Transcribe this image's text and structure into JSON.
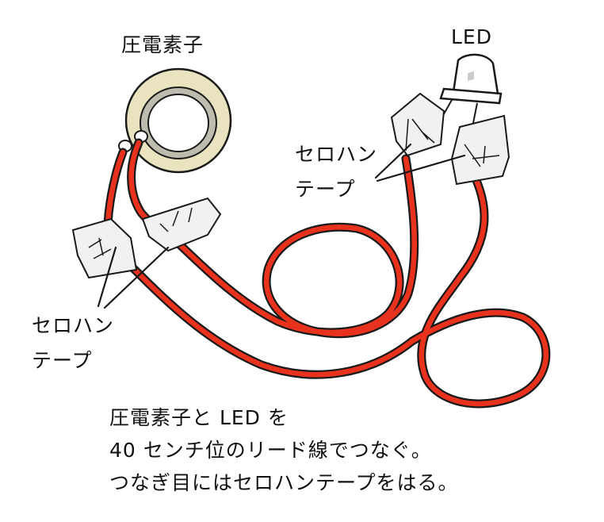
{
  "labels": {
    "piezo": "圧電素子",
    "led": "LED",
    "tape_right_line1": "セロハン",
    "tape_right_line2": "テープ",
    "tape_left_line1": "セロハン",
    "tape_left_line2": "テープ"
  },
  "caption": [
    "圧電素子と LED を",
    "40 センチ位のリード線でつなぐ。",
    "つなぎ目にはセロハンテープをはる。"
  ],
  "colors": {
    "wire": "#e8321e",
    "wire_outline": "#1a1a1a",
    "disc_outer": "#e9e3bf",
    "disc_ring": "#bdbcae",
    "tape": "#f1f1f1",
    "led_body": "#ffffff"
  }
}
